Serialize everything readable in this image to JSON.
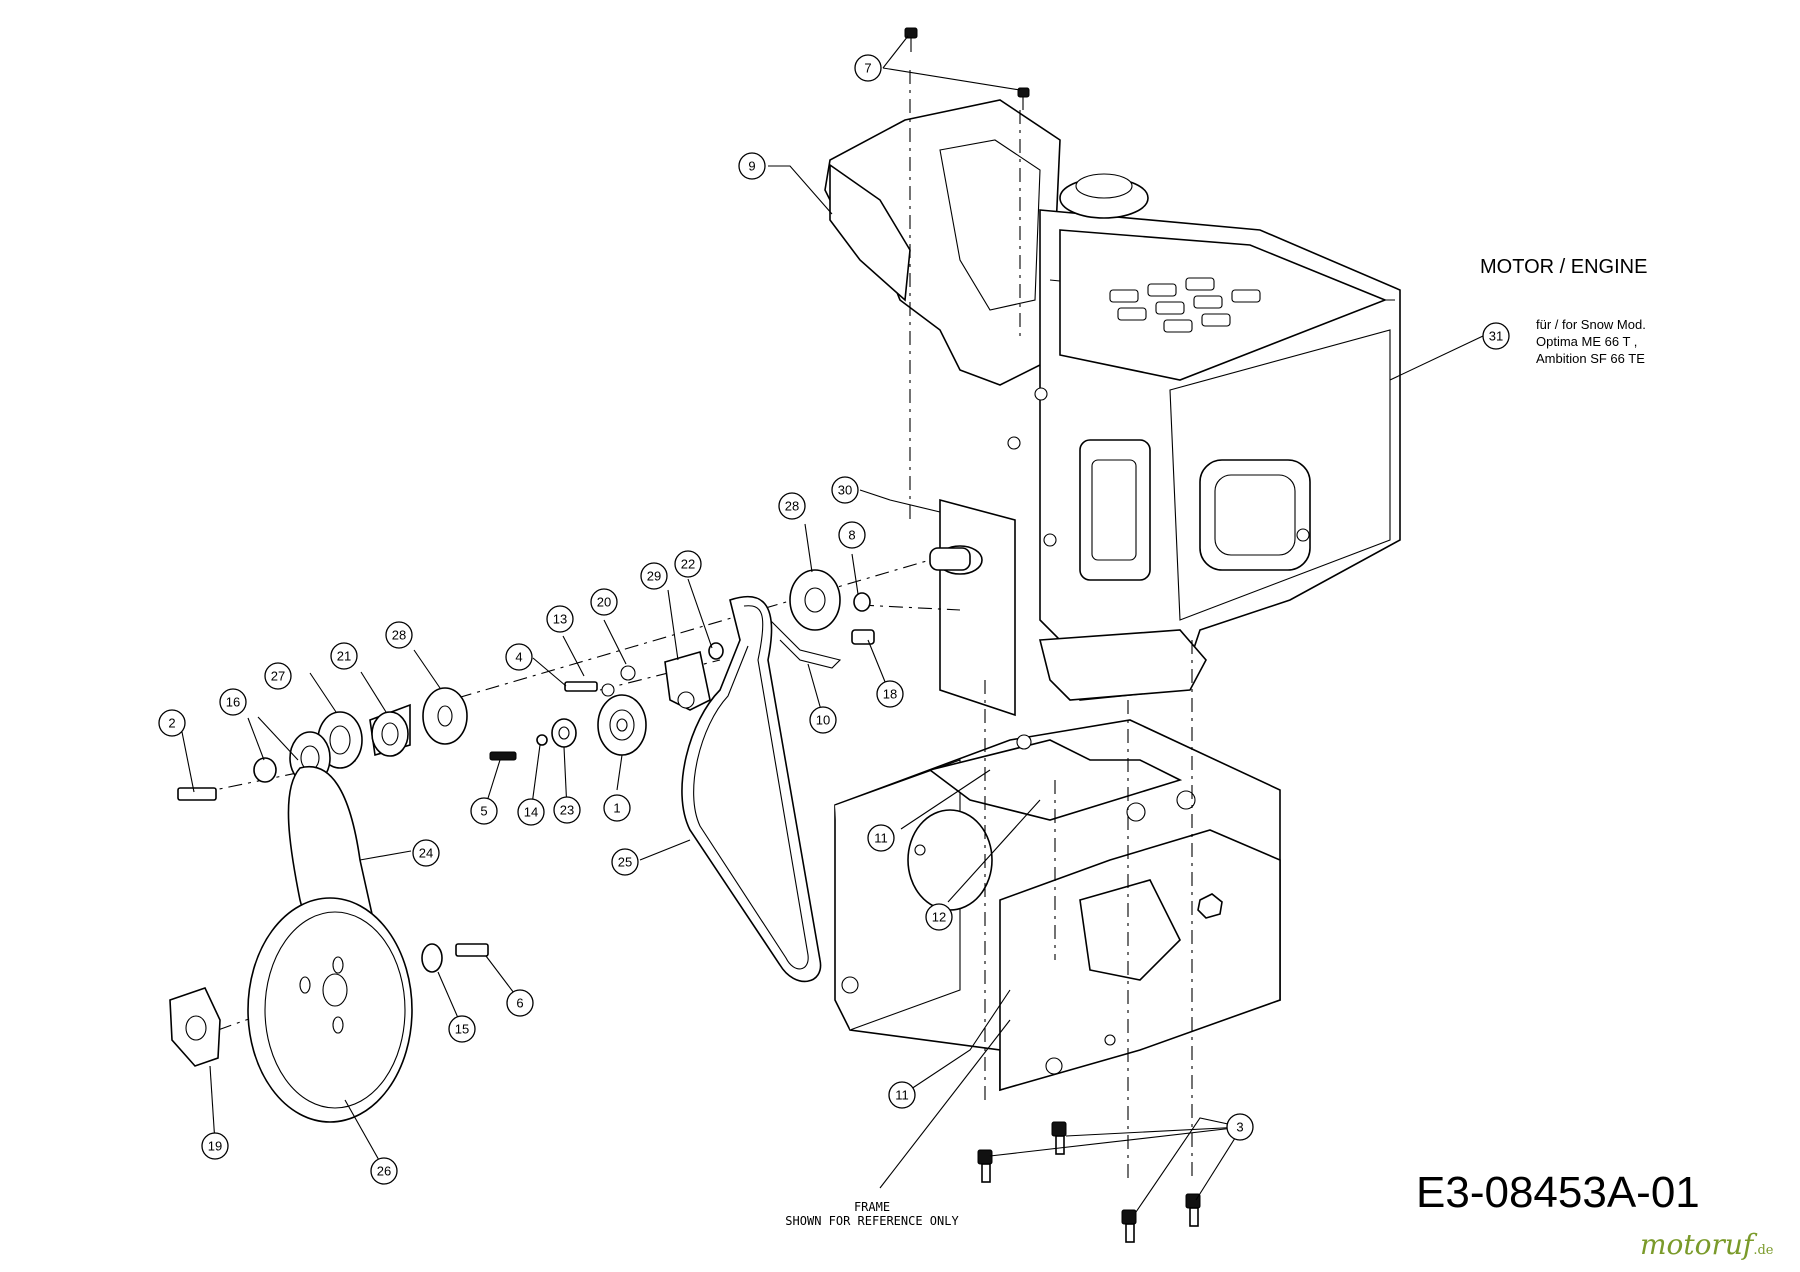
{
  "engine_label": "MOTOR / ENGINE",
  "engine_note": [
    "für / for Snow Mod.",
    "Optima ME 66 T ,",
    "Ambition SF 66 TE"
  ],
  "drawing_code": "E3-08453A-01",
  "frame_note": [
    "FRAME",
    "SHOWN FOR REFERENCE ONLY"
  ],
  "watermark": {
    "main": "motoruf",
    "suffix": ".de"
  },
  "callouts": [
    "7",
    "9",
    "31",
    "30",
    "28",
    "8",
    "22",
    "29",
    "20",
    "13",
    "4",
    "28",
    "21",
    "27",
    "16",
    "2",
    "18",
    "10",
    "1",
    "23",
    "14",
    "5",
    "25",
    "11",
    "12",
    "24",
    "6",
    "15",
    "19",
    "26",
    "11",
    "3"
  ]
}
